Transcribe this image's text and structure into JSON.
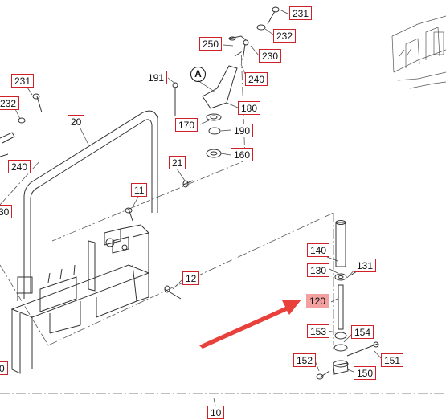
{
  "diagram": {
    "reference_marker": "A",
    "highlight_color": "#f3a0a0",
    "callout_border_color": "#d0202a",
    "arrow_color": "#e8413b",
    "callouts": {
      "p231_top": "231",
      "p232_top": "232",
      "p250": "250",
      "p230": "230",
      "p240_top": "240",
      "p191": "191",
      "p180": "180",
      "p170": "170",
      "p190": "190",
      "p160": "160",
      "p231_left": "231",
      "p232_left": "232",
      "p240_left": "240",
      "p30_left": "30",
      "p20": "20",
      "p21": "21",
      "p11": "11",
      "p12": "12",
      "p0_left": "0",
      "p140": "140",
      "p130": "130",
      "p131": "131",
      "p120": "120",
      "p153": "153",
      "p154": "154",
      "p151": "151",
      "p152": "152",
      "p150": "150",
      "p10_bottom": "10"
    }
  }
}
